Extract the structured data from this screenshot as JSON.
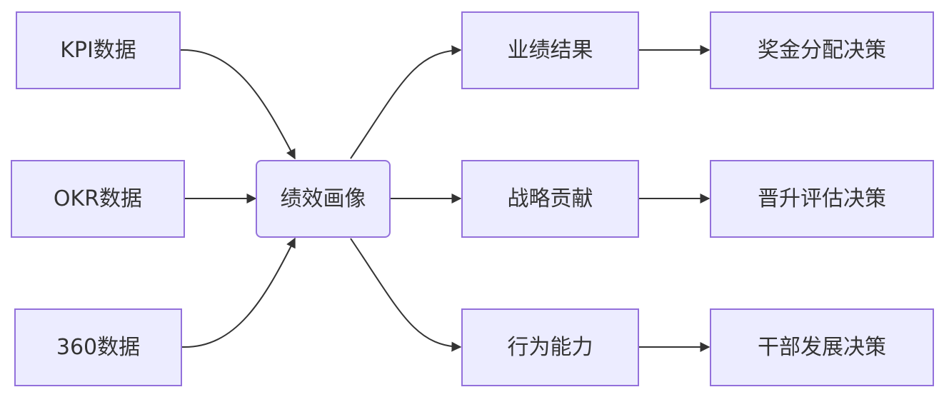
{
  "colors": {
    "node_fill": "#ececff",
    "node_border": "#9370db",
    "edge": "#333333",
    "text": "#333333"
  },
  "nodes": {
    "kpi": "KPI数据",
    "okr": "OKR数据",
    "feedback360": "360数据",
    "portrait": "绩效画像",
    "results": "业绩结果",
    "strategy": "战略贡献",
    "behavior": "行为能力",
    "bonus": "奖金分配决策",
    "promotion": "晋升评估决策",
    "development": "干部发展决策"
  },
  "edges": [
    {
      "from": "kpi",
      "to": "portrait"
    },
    {
      "from": "okr",
      "to": "portrait"
    },
    {
      "from": "feedback360",
      "to": "portrait"
    },
    {
      "from": "portrait",
      "to": "results"
    },
    {
      "from": "portrait",
      "to": "strategy"
    },
    {
      "from": "portrait",
      "to": "behavior"
    },
    {
      "from": "results",
      "to": "bonus"
    },
    {
      "from": "strategy",
      "to": "promotion"
    },
    {
      "from": "behavior",
      "to": "development"
    }
  ]
}
